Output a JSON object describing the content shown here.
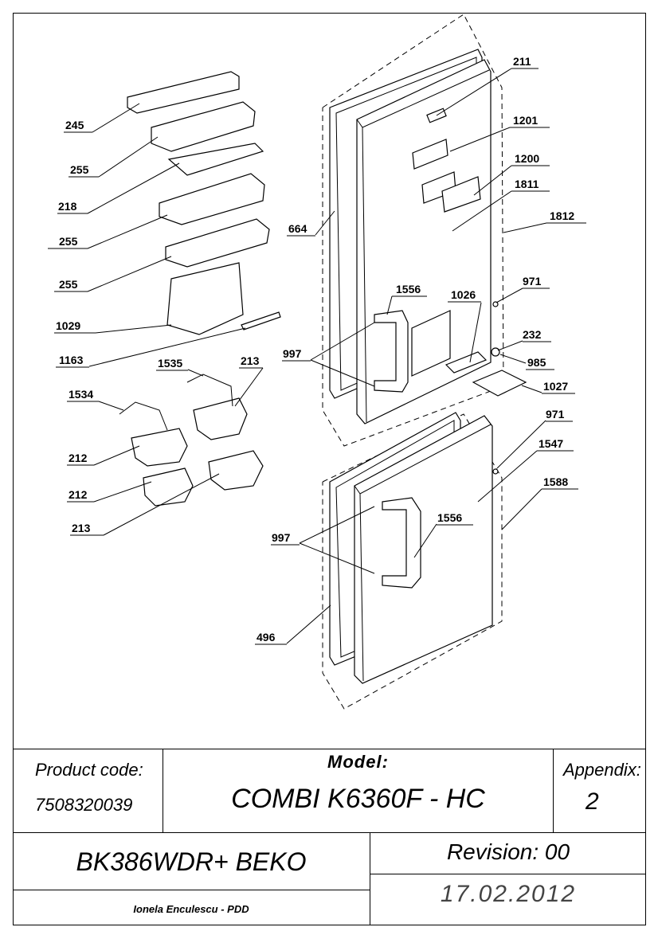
{
  "diagram": {
    "callouts": [
      "245",
      "255",
      "218",
      "255",
      "255",
      "1029",
      "1163",
      "1535",
      "213",
      "1534",
      "212",
      "212",
      "213",
      "664",
      "997",
      "1556",
      "1026",
      "211",
      "1201",
      "1200",
      "1811",
      "1812",
      "971",
      "232",
      "985",
      "1027",
      "971",
      "1547",
      "1588",
      "997",
      "1556",
      "496"
    ]
  },
  "title_block": {
    "product_code_label": "Product code:",
    "product_code": "7508320039",
    "model_label": "Model:",
    "model": "COMBI K6360F - HC",
    "appendix_label": "Appendix:",
    "appendix": "2",
    "product_name": "BK386WDR+ BEKO",
    "revision": "Revision: 00",
    "author": "Ionela Enculescu - PDD",
    "date": "17.02.2012"
  }
}
